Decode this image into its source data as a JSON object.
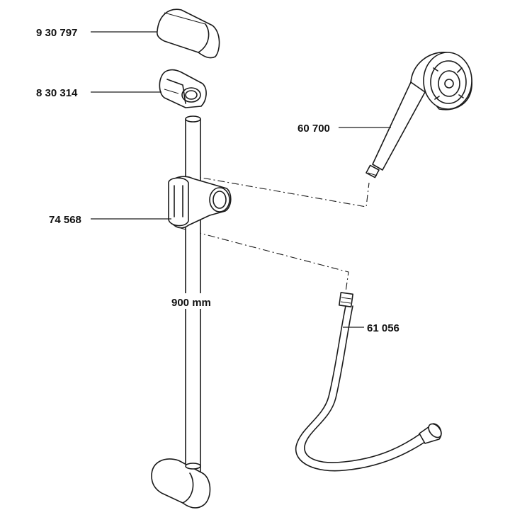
{
  "parts": [
    {
      "id": "end-cap",
      "label": "9 30 797"
    },
    {
      "id": "bracket",
      "label": "8 30 314"
    },
    {
      "id": "hand-shower",
      "label": "60 700"
    },
    {
      "id": "slider",
      "label": "74 568"
    },
    {
      "id": "hose",
      "label": "61 056"
    }
  ],
  "rail_length": "900 mm",
  "colors": {
    "ink": "#1a1a1a",
    "background": "#ffffff"
  }
}
